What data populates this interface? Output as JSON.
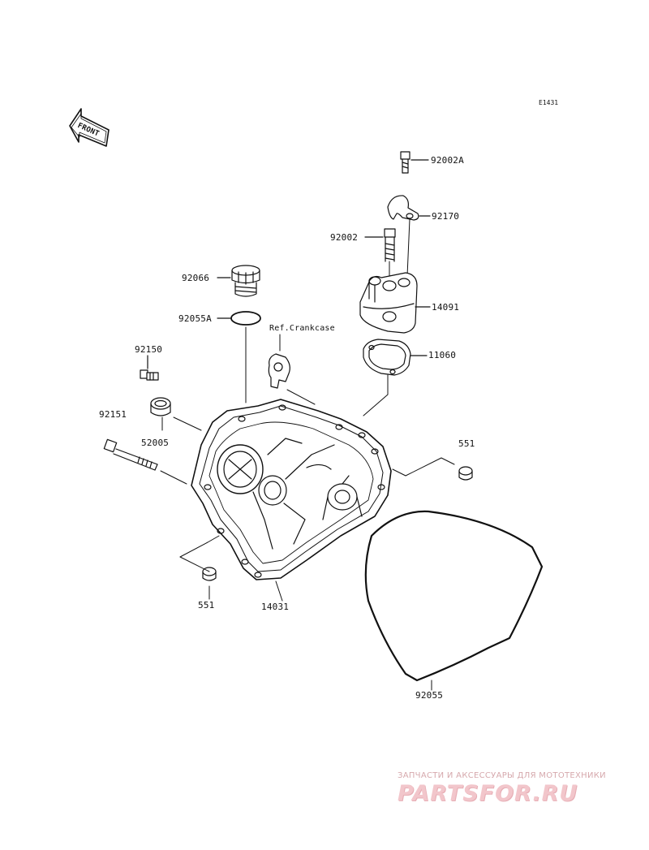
{
  "diagram": {
    "code": "E1431",
    "front_label": "FRONT",
    "ref_note": "Ref.Crankcase",
    "parts": {
      "p92002A": "92002A",
      "p92170": "92170",
      "p92002": "92002",
      "p14091": "14091",
      "p92066": "92066",
      "p92055A": "92055A",
      "p11060": "11060",
      "p92150": "92150",
      "p92151": "92151",
      "p52005": "52005",
      "p551_right": "551",
      "p551_left": "551",
      "p14031": "14031",
      "p92055": "92055"
    }
  },
  "watermark": {
    "tagline": "ЗАПЧАСТИ И АКСЕССУАРЫ ДЛЯ МОТОТЕХНИКИ",
    "logo": "PARTSFOR.RU"
  }
}
